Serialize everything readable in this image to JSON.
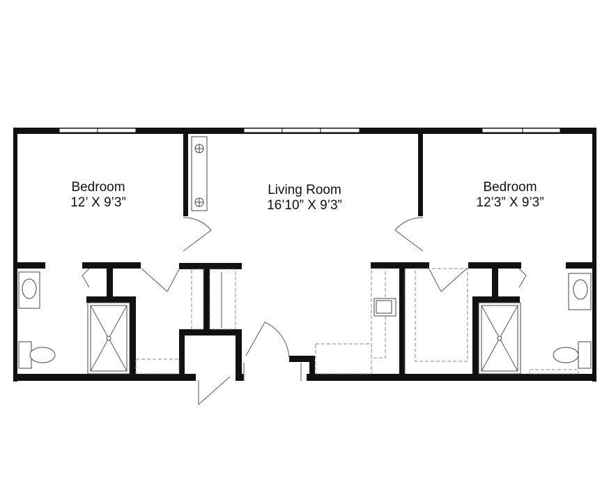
{
  "rooms": {
    "bedroom_left": {
      "name": "Bedroom",
      "dims": "12’ X 9’3”"
    },
    "living_room": {
      "name": "Living Room",
      "dims": "16’10” X 9’3”"
    },
    "bedroom_right": {
      "name": "Bedroom",
      "dims": "12’3” X 9’3”"
    }
  }
}
